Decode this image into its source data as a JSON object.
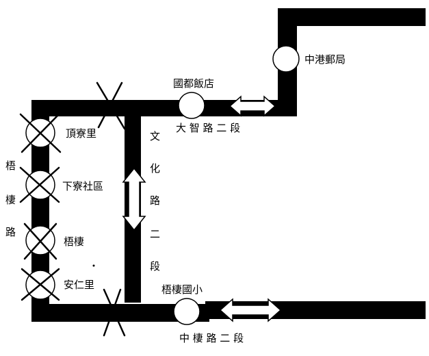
{
  "colors": {
    "road": "#000000",
    "stop_fill": "#ffffff",
    "background": "#ffffff"
  },
  "labels": {
    "guoduo_hotel": "國都飯店",
    "zhonggang_post": "中港郵局",
    "dingliao": "頂寮里",
    "xialiao": "下寮社區",
    "wuqi": "梧棲",
    "anren": "安仁里",
    "wuqi_elem": "梧棲國小",
    "dazhi_road": "大 智 路 二 段",
    "zhongqi_road": "中 棲 路 二 段",
    "wenhua_road": [
      "文",
      "化",
      "路",
      "二",
      "段"
    ],
    "wuqi_road": [
      "梧",
      "棲",
      "路"
    ]
  },
  "legend_semantics": {
    "crossed_stop": "x-mark-icon",
    "two_way": "double-arrow-icon"
  }
}
